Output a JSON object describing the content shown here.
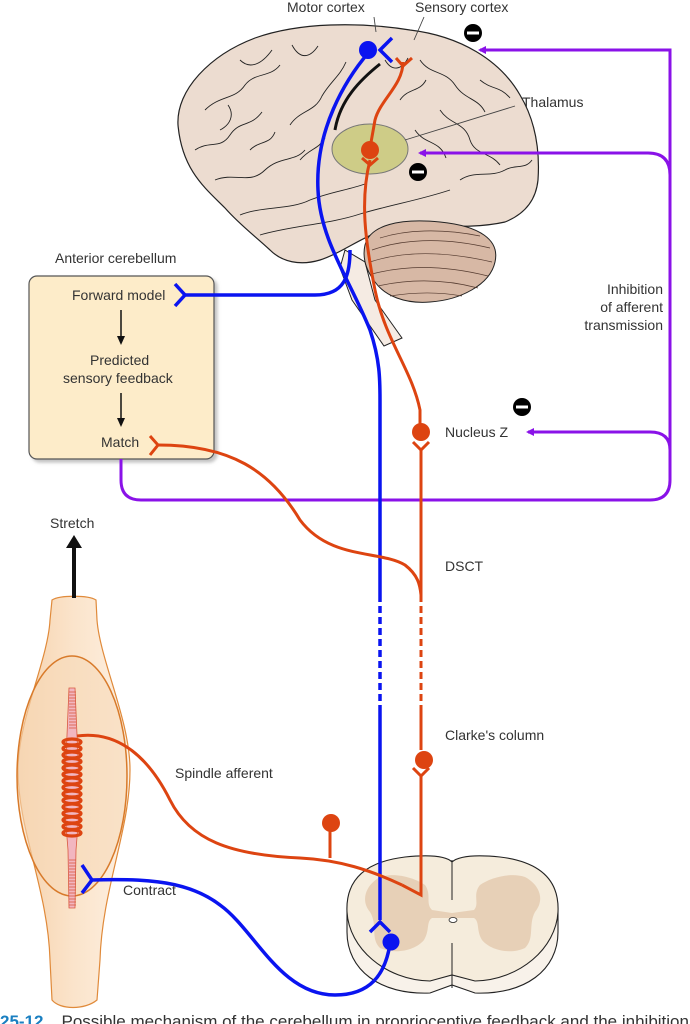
{
  "figure": {
    "labels": {
      "motor_cortex": "Motor cortex",
      "sensory_cortex": "Sensory cortex",
      "thalamus": "Thalamus",
      "anterior_cerebellum": "Anterior cerebellum",
      "forward_model": "Forward model",
      "predicted_line1": "Predicted",
      "predicted_line2": "sensory feedback",
      "match": "Match",
      "inhibition_line1": "Inhibition",
      "inhibition_line2": "of afferent",
      "inhibition_line3": "transmission",
      "nucleus_z": "Nucleus Z",
      "dsct": "DSCT",
      "clarkes_column": "Clarke's column",
      "stretch": "Stretch",
      "spindle_afferent": "Spindle afferent",
      "contract": "Contract"
    },
    "inhibition_symbol": "−",
    "colors": {
      "motor_pathway": "#0a14f0",
      "sensory_pathway": "#dd4411",
      "inhibition_pathway": "#8a12e8",
      "brain_fill": "#ecdcd0",
      "thalamus_fill": "#c9c97a",
      "cerebellum_box_fill": "#fdecc9",
      "muscle_fill": "#f9ddbd",
      "muscle_outline": "#e08a3a",
      "spinal_cord_white": "#f5ecdc",
      "spinal_cord_gray": "#e6cdb2"
    }
  },
  "caption": {
    "figure_number": "25-12",
    "text": "Possible mechanism of the cerebellum in proprioceptive feedback and the inhibition of afferent transmission"
  }
}
